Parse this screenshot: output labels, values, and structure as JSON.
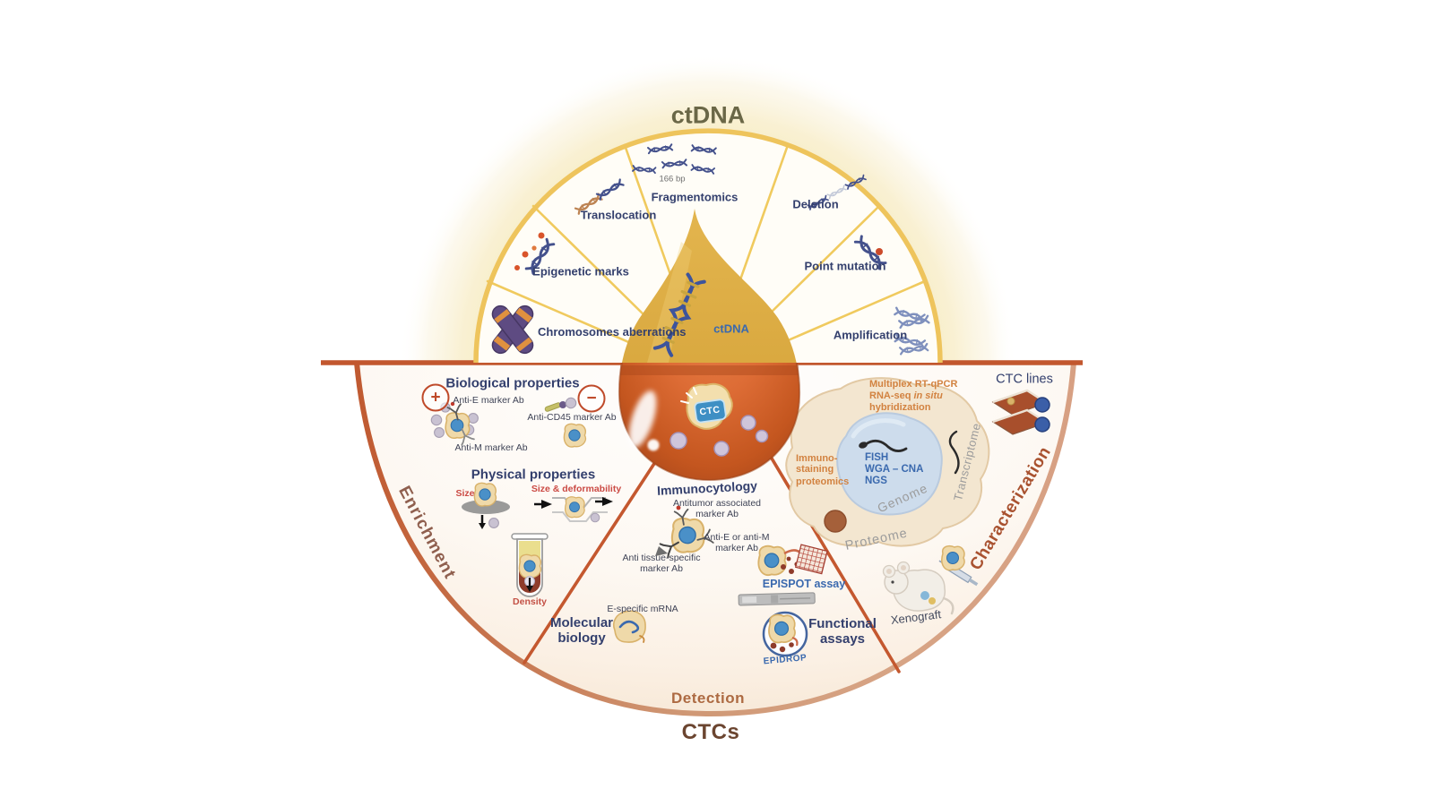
{
  "palette": {
    "ring_yellow": "#eec45c",
    "glow_yellow": "#f7eec8",
    "divider_red": "#c2572e",
    "arc_left": "#c05a31",
    "arc_right": "#d7a083",
    "navy": "#333f6d",
    "label_red": "#cb4a44",
    "orange_text": "#d28240",
    "blue_text": "#3a69ae",
    "domain_gray": "#9c9c9c",
    "drop_gold": "#d9ab45",
    "drop_red": "#cf5f2d",
    "title_ctdna": "#6a6747",
    "title_ctcs": "#6b4530"
  },
  "top": {
    "title": "ctDNA",
    "fragment_note": "166 bp",
    "segments": [
      {
        "label": "Chromosomes aberrations",
        "icon": "chromosome-icon"
      },
      {
        "label": "Epigenetic marks",
        "icon": "dna-epigenetic-marks-icon"
      },
      {
        "label": "Translocation",
        "icon": "dna-translocation-icon"
      },
      {
        "label": "Fragmentomics",
        "icon": "dna-fragments-icon"
      },
      {
        "label": "Deletion",
        "icon": "dna-deletion-icon"
      },
      {
        "label": "Point mutation",
        "icon": "dna-point-mutation-icon"
      },
      {
        "label": "Amplification",
        "icon": "dna-amplification-icon"
      }
    ]
  },
  "drop": {
    "ctdna_label": "ctDNA",
    "ctc_label": "CTC"
  },
  "enrichment": {
    "label": "Enrichment",
    "biological": {
      "heading": "Biological properties",
      "positive_marker": "+",
      "negative_marker": "−",
      "anti_e": "Anti-E marker Ab",
      "anti_cd45": "Anti-CD45 marker Ab",
      "anti_m": "Anti-M marker Ab"
    },
    "physical": {
      "heading": "Physical properties",
      "size": "Size",
      "size_deformability": "Size & deformability",
      "density": "Density"
    }
  },
  "detection": {
    "label": "Detection",
    "immunocytology": {
      "heading": "Immunocytology",
      "antitumor": "Antitumor associated marker Ab",
      "anti_e_m": "Anti-E or anti-M marker Ab",
      "anti_tissue": "Anti tissue-specific marker Ab"
    },
    "molecular": {
      "heading": "Molecular biology",
      "mrna": "E-specific mRNA"
    },
    "functional": {
      "heading": "Functional assays",
      "epispot": "EPISPOT assay",
      "epidrop": "EPIDROP"
    }
  },
  "characterization": {
    "label": "Characterization",
    "ctc_lines": "CTC lines",
    "xenograft": "Xenograft",
    "nucleus_methods_orange": {
      "line1": "Multiplex RT-qPCR",
      "line2_prefix": "RNA-seq",
      "line2_italic": "in situ",
      "line3": "hybridization"
    },
    "proteomics_lines": [
      "Immuno-",
      "staining",
      "proteomics"
    ],
    "genome_methods": [
      "FISH",
      "WGA – CNA",
      "NGS"
    ],
    "domains": {
      "genome": "Genome",
      "transcriptome": "Transcriptome",
      "proteome": "Proteome"
    }
  },
  "bottom_title": "CTCs"
}
